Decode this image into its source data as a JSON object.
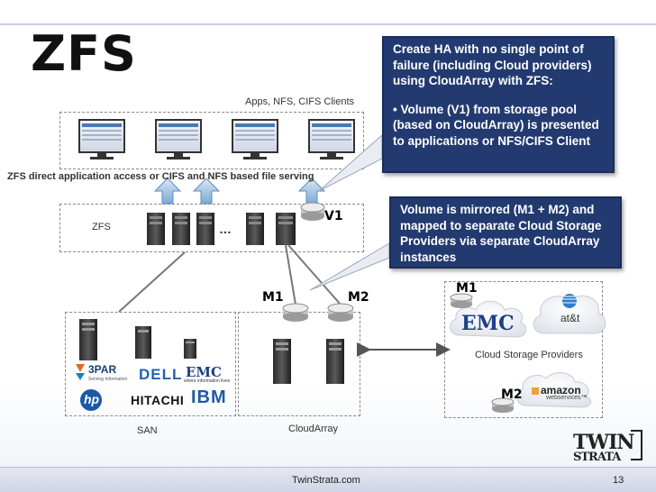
{
  "slide": {
    "title": "ZFS",
    "footer": "TwinStrata.com",
    "page_number": "13"
  },
  "labels": {
    "clients": "Apps, NFS, CIFS Clients",
    "access": "ZFS direct application access or CIFS and NFS based file serving",
    "zfs": "ZFS",
    "san": "SAN",
    "cloudarray": "CloudArray",
    "providers": "Cloud Storage Providers",
    "v1": "V1",
    "m1": "M1",
    "m2": "M2",
    "m1_cloud": "M1",
    "m2_cloud": "M2",
    "ellipsis": "…"
  },
  "callouts": {
    "top_line1": "Create HA with no single point of failure (including Cloud providers) using CloudArray with ZFS:",
    "top_line2": "• Volume (V1) from storage pool (based on CloudArray) is presented to applications or NFS/CIFS Client",
    "bottom": "Volume is mirrored (M1 + M2) and mapped to separate Cloud Storage Providers via separate CloudArray instances"
  },
  "vendors": {
    "threepar": "3PAR",
    "threepar_sub": "Serving Information",
    "dell": "DELL",
    "emc": "EMC",
    "emc_sub": "where information lives",
    "hp": "hp",
    "hitachi": "HITACHI",
    "ibm": "IBM",
    "cloud_emc": "EMC",
    "att": "at&t",
    "amazon": "amazon",
    "amazon_sub": "webservices™"
  },
  "logo": {
    "text_a": "TWIN",
    "text_b": "STRATA"
  },
  "colors": {
    "callout_bg": "#223a6f",
    "arrow_blue": "#7aa9d3",
    "disk_grey": "#c8c8c8"
  }
}
